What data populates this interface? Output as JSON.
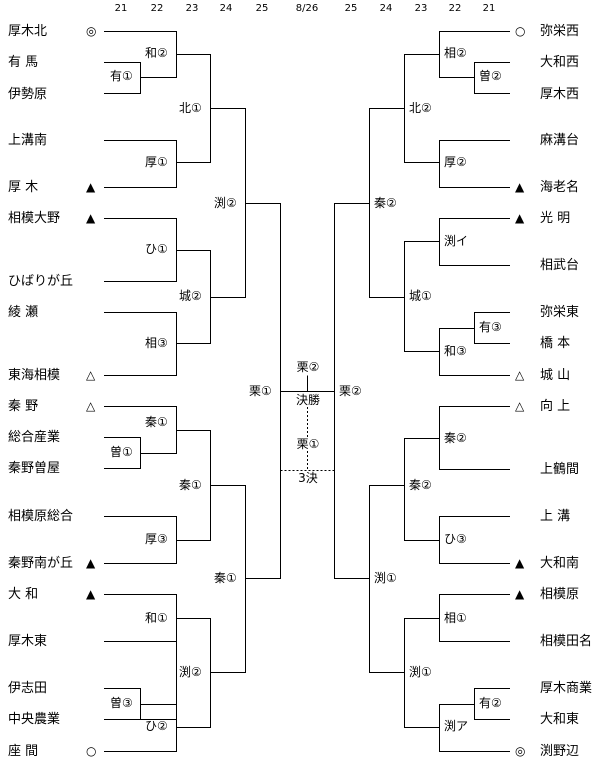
{
  "header": {
    "days": [
      "21",
      "22",
      "23",
      "24",
      "25",
      "8/26",
      "25",
      "24",
      "23",
      "22",
      "21"
    ]
  },
  "left_teams": [
    {
      "name": "厚木北",
      "mark": "◎"
    },
    {
      "name": "有 馬",
      "mark": ""
    },
    {
      "name": "伊勢原",
      "mark": ""
    },
    {
      "name": "上溝南",
      "mark": ""
    },
    {
      "name": "厚 木",
      "mark": "▲"
    },
    {
      "name": "相模大野",
      "mark": "▲"
    },
    {
      "name": "ひばりが丘",
      "mark": ""
    },
    {
      "name": "綾 瀬",
      "mark": ""
    },
    {
      "name": "東海相模",
      "mark": "△"
    },
    {
      "name": "秦 野",
      "mark": "△"
    },
    {
      "name": "総合産業",
      "mark": ""
    },
    {
      "name": "秦野曽屋",
      "mark": ""
    },
    {
      "name": "相模原総合",
      "mark": ""
    },
    {
      "name": "秦野南が丘",
      "mark": "▲"
    },
    {
      "name": "大 和",
      "mark": "▲"
    },
    {
      "name": "厚木東",
      "mark": ""
    },
    {
      "name": "伊志田",
      "mark": ""
    },
    {
      "name": "中央農業",
      "mark": ""
    },
    {
      "name": "座 間",
      "mark": "○"
    }
  ],
  "right_teams": [
    {
      "name": "弥栄西",
      "mark": "○"
    },
    {
      "name": "大和西",
      "mark": ""
    },
    {
      "name": "厚木西",
      "mark": ""
    },
    {
      "name": "麻溝台",
      "mark": ""
    },
    {
      "name": "海老名",
      "mark": "▲"
    },
    {
      "name": "光 明",
      "mark": "▲"
    },
    {
      "name": "相武台",
      "mark": ""
    },
    {
      "name": "弥栄東",
      "mark": ""
    },
    {
      "name": "橋 本",
      "mark": ""
    },
    {
      "name": "城 山",
      "mark": "△"
    },
    {
      "name": "向 上",
      "mark": "△"
    },
    {
      "name": "上鶴間",
      "mark": ""
    },
    {
      "name": "上 溝",
      "mark": ""
    },
    {
      "name": "大和南",
      "mark": "▲"
    },
    {
      "name": "相模原",
      "mark": "▲"
    },
    {
      "name": "相模田名",
      "mark": ""
    },
    {
      "name": "厚木商業",
      "mark": ""
    },
    {
      "name": "大和東",
      "mark": ""
    },
    {
      "name": "渕野辺",
      "mark": "◎"
    }
  ],
  "left_results": {
    "r21_a": "有①",
    "r21_b": "曽①",
    "r21_c": "曽③",
    "r22": [
      "和②",
      "厚①",
      "ひ①",
      "相③",
      "秦①",
      "厚③",
      "和①",
      "ひ②"
    ],
    "r23": [
      "北①",
      "城②",
      "秦①",
      "渕②"
    ],
    "r24": [
      "渕②",
      "秦①"
    ],
    "r25": "栗①"
  },
  "right_results": {
    "r21_a": "曽②",
    "r21_b": "有③",
    "r21_c": "有②",
    "r22": [
      "相②",
      "厚②",
      "渕イ",
      "和③",
      "秦②",
      "ひ③",
      "相①",
      "渕ア"
    ],
    "r23": [
      "北②",
      "城①",
      "秦②",
      "渕①"
    ],
    "r24": [
      "秦②",
      "渕①"
    ],
    "r25": "栗②"
  },
  "final": {
    "winner": "栗②",
    "label": "決勝",
    "third_winner": "栗①",
    "third_label": "3決"
  }
}
